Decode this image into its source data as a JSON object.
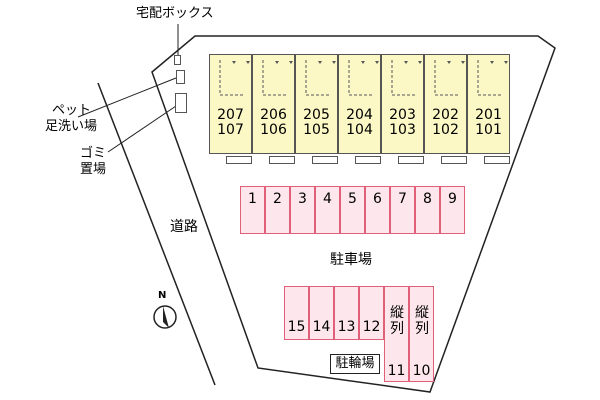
{
  "labels": {
    "delivery_box": "宅配ボックス",
    "pet_wash_line1": "ペット",
    "pet_wash_line2": "足洗い場",
    "garbage_line1": "ゴミ",
    "garbage_line2": "置場",
    "road": "道路",
    "parking": "駐車場",
    "bicycle_parking": "駐輪場",
    "north": "N"
  },
  "units": [
    {
      "upper": "207",
      "lower": "107"
    },
    {
      "upper": "206",
      "lower": "106"
    },
    {
      "upper": "205",
      "lower": "105"
    },
    {
      "upper": "204",
      "lower": "104"
    },
    {
      "upper": "203",
      "lower": "103"
    },
    {
      "upper": "202",
      "lower": "102"
    },
    {
      "upper": "201",
      "lower": "101"
    }
  ],
  "parking_top": [
    "1",
    "2",
    "3",
    "4",
    "5",
    "6",
    "7",
    "8",
    "9"
  ],
  "parking_bottom": [
    "15",
    "14",
    "13",
    "12"
  ],
  "parking_vertical": [
    {
      "top": "縦列",
      "bottom": "11"
    },
    {
      "top": "縦列",
      "bottom": "10"
    }
  ],
  "colors": {
    "building_fill": "#fbf8c6",
    "parking_fill": "#fde7ec",
    "parking_border": "#e0607a"
  }
}
